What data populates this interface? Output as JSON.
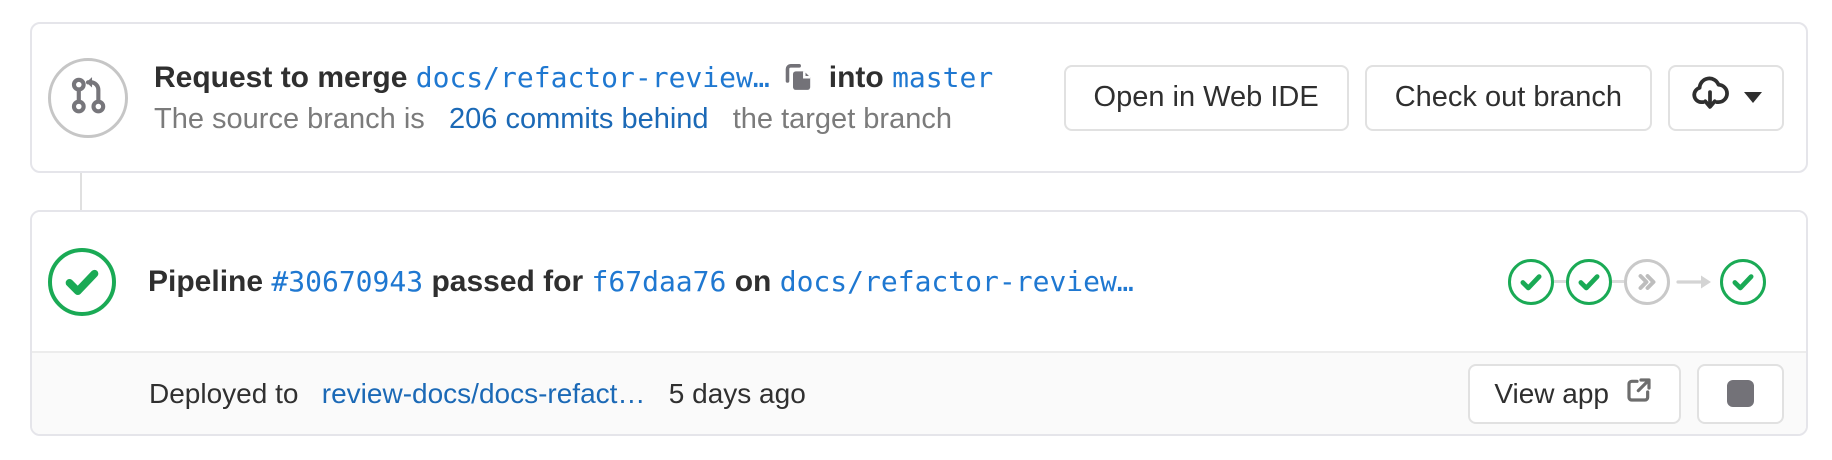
{
  "colors": {
    "link_blue": "#1b69b6",
    "ref_blue": "#1f78d1",
    "success_green": "#1aaa55",
    "skipped_gray": "#c9c9c9",
    "card_border": "#e5e5ea",
    "text_primary": "#2f2f2f",
    "text_secondary": "#7b7b7b"
  },
  "icons": {
    "avatar": "git-merge-request-icon",
    "copy": "copy-to-clipboard-icon",
    "download": "cloud-download-icon",
    "dropdown": "chevron-down-caret",
    "status": "check-circle-icon",
    "skipped": "double-chevron-skipped-icon",
    "downstream": "arrow-right-icon",
    "external": "external-link-icon",
    "stop": "stop-square-icon"
  },
  "mr_header": {
    "title_prefix": "Request to merge",
    "source_branch": "docs/refactor-review…",
    "into_label": "into",
    "target_branch": "master",
    "subtitle_prefix": "The source branch is",
    "behind_link": "206 commits behind",
    "subtitle_suffix": "the target branch",
    "buttons": {
      "open_web_ide": "Open in Web IDE",
      "checkout_branch": "Check out branch"
    }
  },
  "pipeline": {
    "label": "Pipeline",
    "id": "#30670943",
    "status_text": "passed for",
    "commit": "f67daa76",
    "on_label": "on",
    "branch": "docs/refactor-review…",
    "stages": [
      {
        "status": "passed"
      },
      {
        "status": "passed"
      },
      {
        "status": "skipped"
      },
      {
        "status": "passed",
        "downstream": true
      }
    ]
  },
  "deployment": {
    "prefix": "Deployed to",
    "environment": "review-docs/docs-refact…",
    "time_ago": "5 days ago",
    "view_app_label": "View app"
  }
}
